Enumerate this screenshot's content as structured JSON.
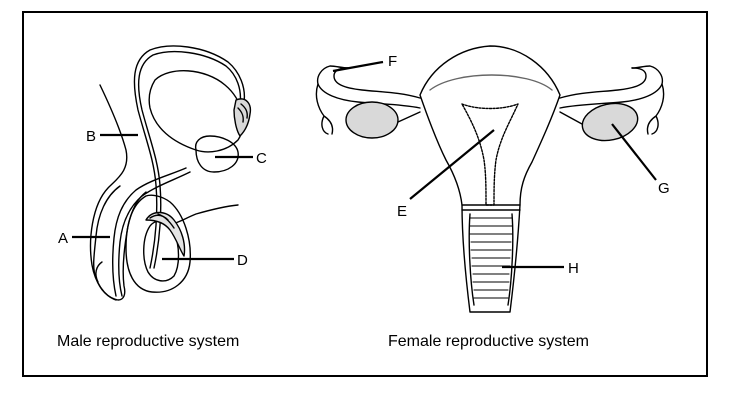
{
  "labels": {
    "A": "A",
    "B": "B",
    "C": "C",
    "D": "D",
    "E": "E",
    "F": "F",
    "G": "G",
    "H": "H"
  },
  "captions": {
    "male": "Male reproductive system",
    "female": "Female reproductive system"
  },
  "colors": {
    "line": "#000000",
    "gland_fill": "#d9d9d9",
    "background": "#ffffff"
  }
}
